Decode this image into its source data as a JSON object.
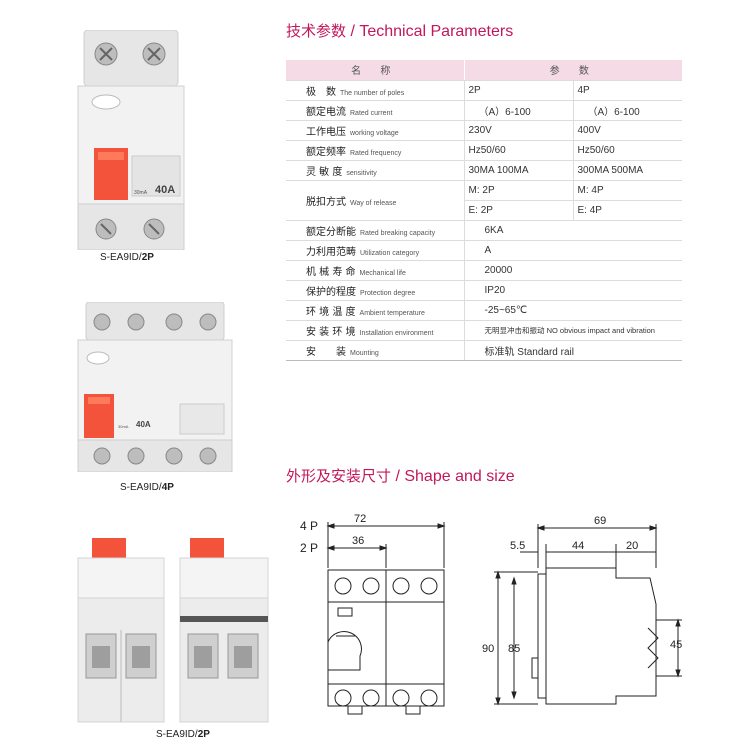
{
  "headings": {
    "params_cn": "技术参数",
    "params_en": " / Technical Parameters",
    "shape_cn": "外形及安装尺寸",
    "shape_en": " / Shape and size"
  },
  "table": {
    "header_name": "名 称",
    "header_params": "参 数",
    "rows": [
      {
        "cn": "极　数",
        "en": "The number of poles",
        "v1": "2P",
        "v2": "4P"
      },
      {
        "cn": "额定电流",
        "en": "Rated current",
        "v1": "（A）6-100",
        "v2": "（A）6-100"
      },
      {
        "cn": "工作电压",
        "en": "working voltage",
        "v1": "230V",
        "v2": "400V"
      },
      {
        "cn": "额定频率",
        "en": "Rated frequency",
        "v1": "Hz50/60",
        "v2": "Hz50/60"
      },
      {
        "cn": "灵 敏 度",
        "en": "sensitivity",
        "v1": "30MA 100MA",
        "v2": "300MA 500MA"
      },
      {
        "cn": "脱扣方式",
        "en": "Way of release",
        "v1": "M: 2P",
        "v2": "M: 4P",
        "v1b": "E:  2P",
        "v2b": "E: 4P"
      }
    ],
    "rows_span": [
      {
        "cn": "额定分断能",
        "en": "Rated breaking capacity",
        "v": "6KA"
      },
      {
        "cn": "力利用范畴",
        "en": "Utilization category",
        "v": "A"
      },
      {
        "cn": "机 械 寿 命",
        "en": "Mechanical life",
        "v": "20000"
      },
      {
        "cn": "保护的程度",
        "en": "Protection degree",
        "v": "IP20"
      },
      {
        "cn": "环 境 温 度",
        "en": "Ambient temperature",
        "v": "-25~65℃"
      },
      {
        "cn": "安 装 环 境",
        "en": "Installation environment",
        "v": "无明显冲击和振动 NO obvious impact and vibration"
      },
      {
        "cn": "安　　装",
        "en": "Mounting",
        "v": "标准轨 Standard rail"
      }
    ]
  },
  "captions": {
    "c1_model": "S-EA9ID/",
    "c1_poles": "2P",
    "c2_model": "S-EA9ID/",
    "c2_poles": "4P",
    "c3_model": "S-EA9ID/",
    "c3_poles": "2P"
  },
  "device_labels": {
    "rating_2p": "40A",
    "rating_4p": "40A",
    "sens_2p": "30mA",
    "sens_4p": "30mA"
  },
  "dimensions": {
    "label_4p": "4 P",
    "label_2p": "2 P",
    "width_4p": "72",
    "width_2p": "36",
    "height_outer": "90",
    "height_inner": "85",
    "depth_total": "69",
    "depth_front": "5.5",
    "depth_mid": "44",
    "depth_back": "20",
    "rail_height": "45"
  },
  "colors": {
    "accent": "#c2185b",
    "header_bg": "#f5dbe6",
    "handle": "#f2533a"
  }
}
